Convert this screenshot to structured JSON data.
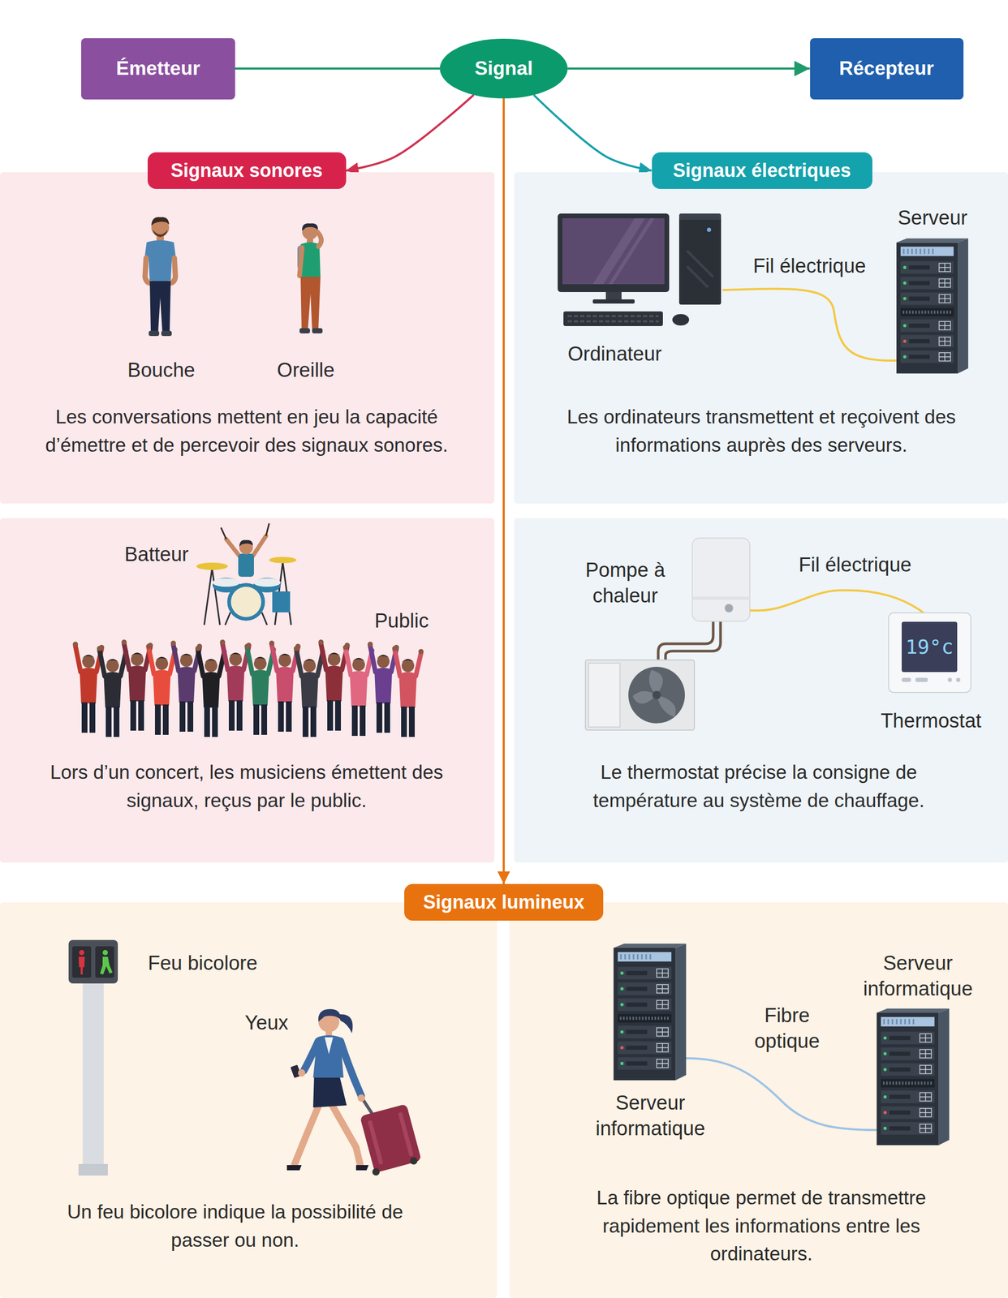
{
  "diagram": {
    "nodes": [
      {
        "text": [
          "Émetteur"
        ]
      },
      {
        "text": [
          "Signal"
        ]
      },
      {
        "text": [
          "Récepteur"
        ]
      },
      {
        "text": [
          "Signaux sonores"
        ]
      },
      {
        "text": [
          "Signaux électriques"
        ]
      },
      {
        "text": [
          "Bouche",
          "Oreille",
          "Les conversations mettent en jeu la capacité d’émettre et de percevoir des signaux sonores."
        ]
      },
      {
        "text": [
          "Serveur",
          "Fil électrique",
          "Ordinateur",
          "Les ordinateurs transmettent et reçoivent des informations auprès des serveurs."
        ]
      },
      {
        "text": [
          "Batteur",
          "Public",
          "Lors d’un concert, les musiciens émettent des signaux, reçus par le public."
        ]
      },
      {
        "text": [
          "Pompe à chaleur",
          "Fil électrique",
          "19°c",
          "Thermostat",
          "Le thermostat précise la consigne de température au système de chauffage."
        ]
      },
      {
        "text": [
          "Signaux lumineux"
        ]
      },
      {
        "text": [
          "Feu bicolore",
          "Yeux",
          "Un feu bicolore indique la possibilité de passer ou non."
        ]
      },
      {
        "text": [
          "Serveur informatique",
          "Fibre optique",
          "Serveur informatique",
          "La fibre optique permet de transmettre rapidement les informations entre les ordinateurs."
        ]
      }
    ],
    "edges": [
      {
        "from": 0,
        "to": 1,
        "arrow": "none"
      },
      {
        "from": 1,
        "to": 2,
        "arrow": "to"
      },
      {
        "from": 1,
        "to": 3,
        "arrow": "to"
      },
      {
        "from": 1,
        "to": 4,
        "arrow": "to"
      },
      {
        "from": 1,
        "to": 9,
        "arrow": "to"
      }
    ]
  }
}
